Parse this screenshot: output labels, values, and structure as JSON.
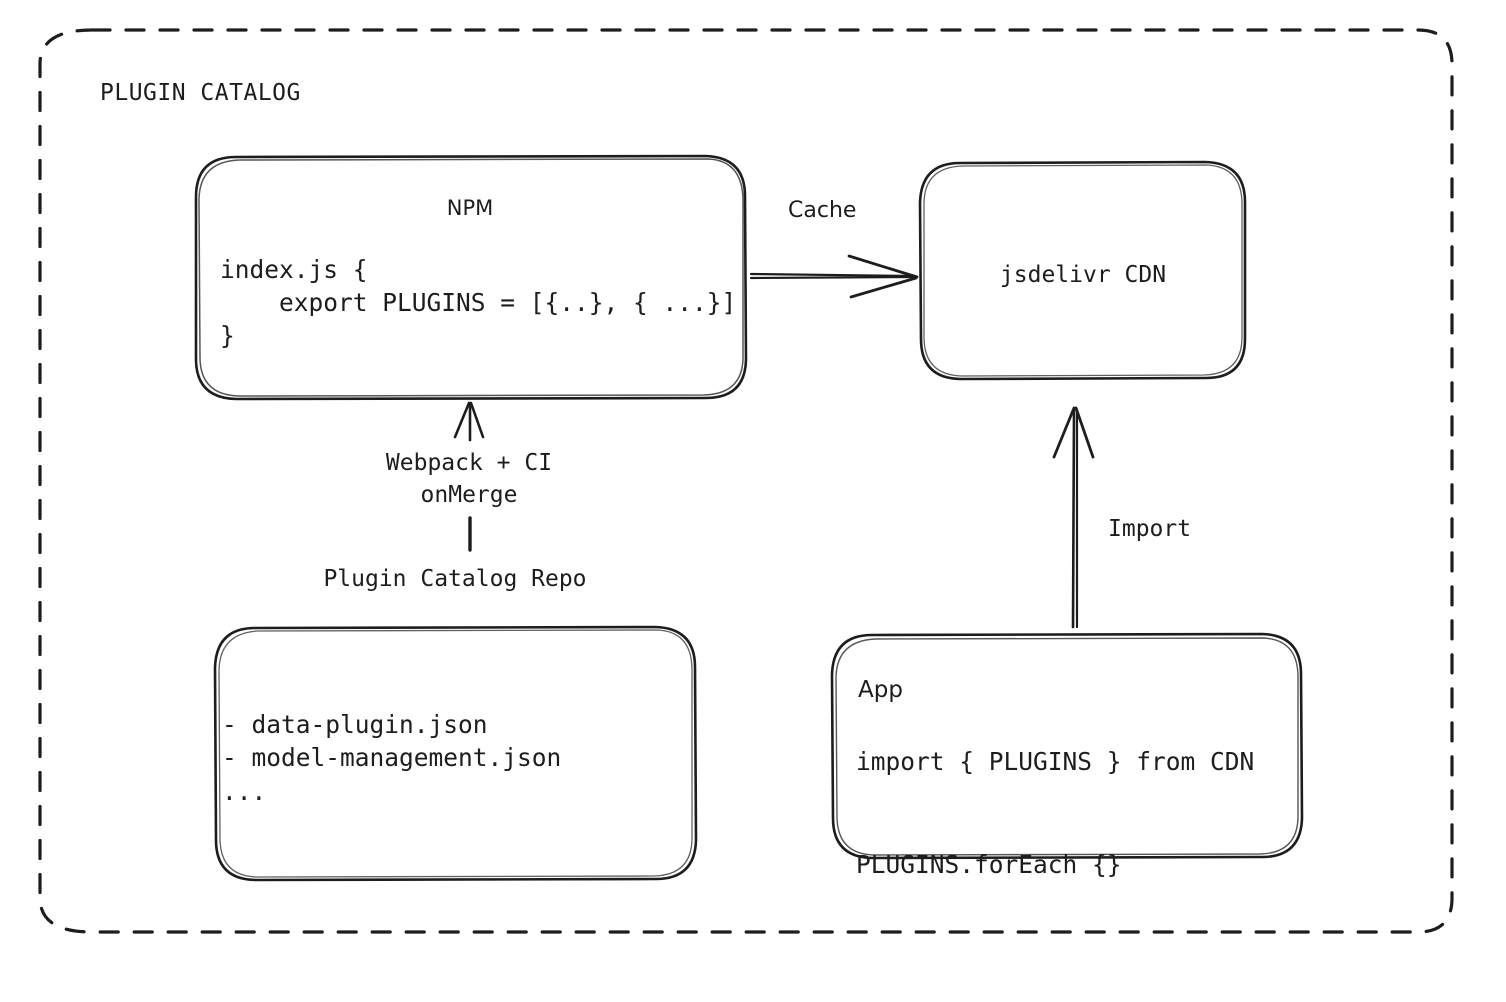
{
  "diagram": {
    "title": "Plugin Catalog architecture",
    "group_label": "PLUGIN CATALOG",
    "background": "#ffffff",
    "stroke_color": "#1d1d1d",
    "nodes": {
      "npm": {
        "title": "NPM",
        "code": "index.js {\n    export PLUGINS = [{..}, { ...}]\n}"
      },
      "cdn": {
        "title": "jsdelivr CDN"
      },
      "repo": {
        "caption": "Plugin Catalog Repo",
        "items": "- data-plugin.json\n- model-management.json\n..."
      },
      "app": {
        "title": "App",
        "code": "import { PLUGINS } from CDN\n\nPLUGINS.forEach {}"
      }
    },
    "edges": {
      "cache": "Cache",
      "build": "Webpack + CI\nonMerge",
      "import": "Import"
    }
  }
}
